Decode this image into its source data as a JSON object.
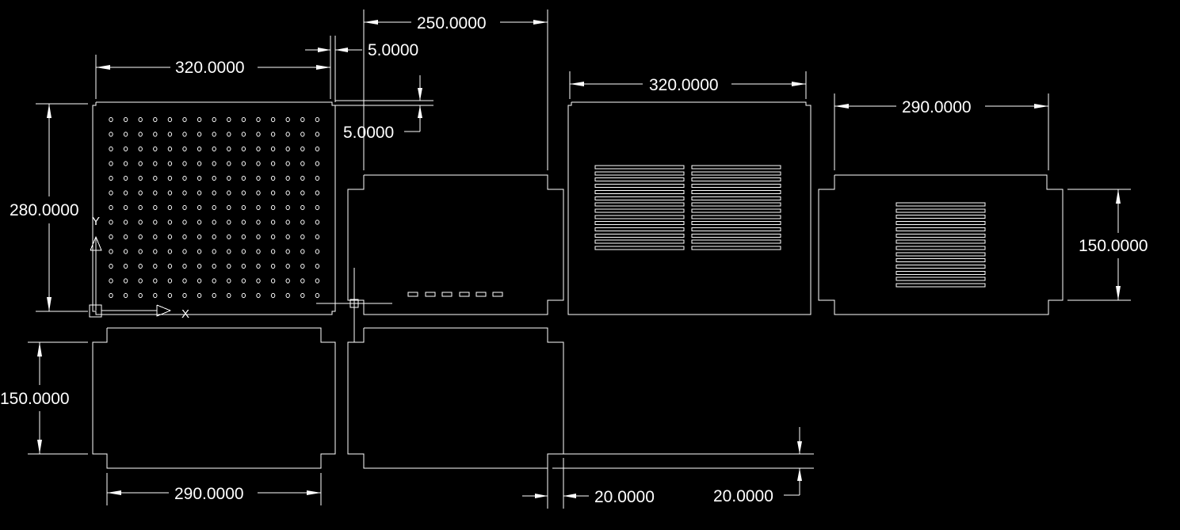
{
  "colors": {
    "background": "#000000",
    "lines": "#ffffff"
  },
  "ucs": {
    "x_label": "X",
    "y_label": "Y"
  },
  "dimensions": {
    "top_panel_width": "320.0000",
    "top_panel_height": "280.0000",
    "gap_horizontal": "5.0000",
    "gap_vertical": "5.0000",
    "side_panel_width": "250.0000",
    "front_panel_width": "320.0000",
    "rear_panel_width": "290.0000",
    "rear_panel_height": "150.0000",
    "bottom_panel_height": "150.0000",
    "bottom_panel_width": "290.0000",
    "tab_width": "20.0000",
    "tab_height": "20.0000"
  }
}
